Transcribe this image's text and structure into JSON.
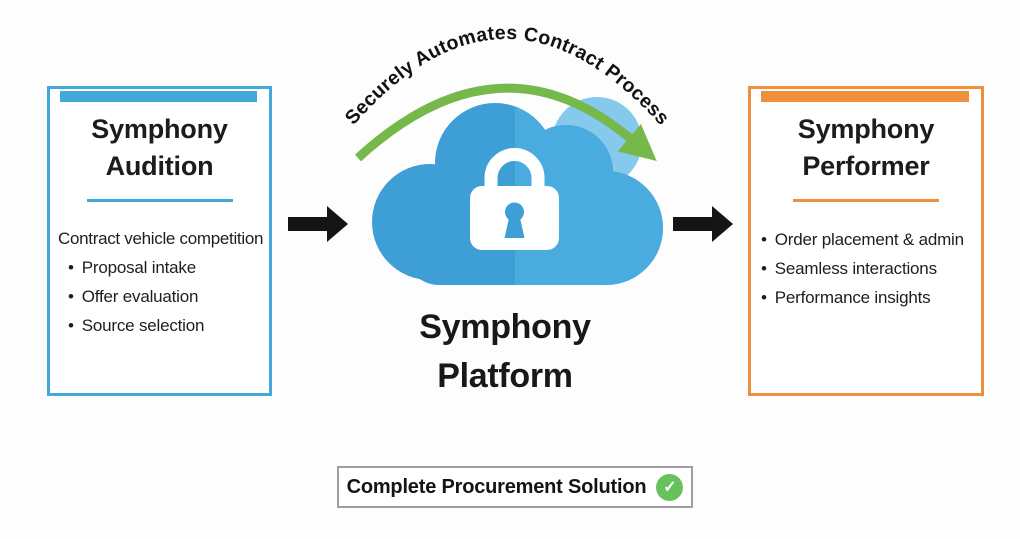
{
  "colors": {
    "audition_accent": "#45a8dc",
    "performer_accent": "#ee8f3b",
    "arc_green": "#77b84b",
    "check_green": "#67c25c",
    "cloud_blue_left": "#3d9fd5",
    "cloud_blue_right": "#4aabdf",
    "cloud_blue_light": "#85c9ec",
    "text_black": "#1c1c1c"
  },
  "audition_card": {
    "title": "Symphony Audition",
    "intro": "Contract vehicle competition",
    "bullet_char": "•",
    "bullets": [
      "Proposal intake",
      "Offer evaluation",
      "Source selection"
    ]
  },
  "performer_card": {
    "title": "Symphony Performer",
    "bullet_char": "•",
    "bullets": [
      "Order placement & admin",
      "Seamless interactions",
      "Performance insights"
    ]
  },
  "platform": {
    "label": "Symphony Platform"
  },
  "arc": {
    "label": "Securely Automates Contract Process"
  },
  "footer": {
    "label": "Complete Procurement Solution",
    "check_glyph": "✓"
  }
}
